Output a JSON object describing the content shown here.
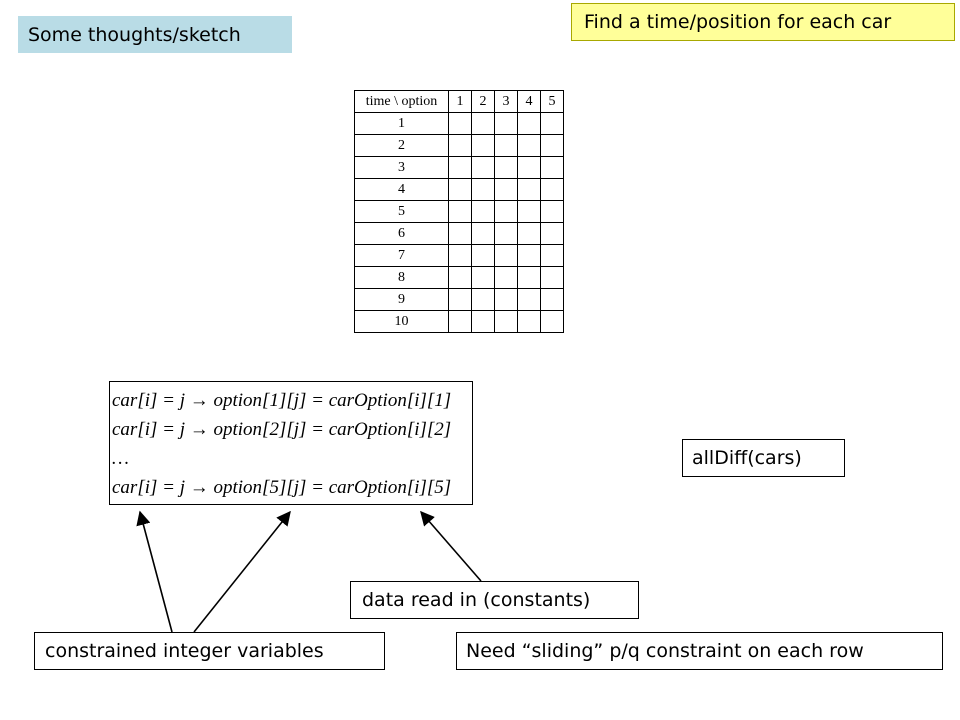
{
  "titles": {
    "left": "Some thoughts/sketch",
    "right": "Find a time/position for each car"
  },
  "grid": {
    "header": [
      "time \\ option",
      "1",
      "2",
      "3",
      "4",
      "5"
    ],
    "rows": [
      "1",
      "2",
      "3",
      "4",
      "5",
      "6",
      "7",
      "8",
      "9",
      "10"
    ]
  },
  "formula": {
    "lines": [
      "car[i] = j → option[1][j] = carOption[i][1]",
      "car[i] = j → option[2][j] = carOption[i][2]",
      "…",
      "car[i] = j → option[5][j] = carOption[i][5]"
    ]
  },
  "labels": {
    "alldiff": "allDiff(cars)",
    "data": "data read in (constants)",
    "variables": "constrained integer variables",
    "need": "Need “sliding” p/q constraint on each row"
  }
}
